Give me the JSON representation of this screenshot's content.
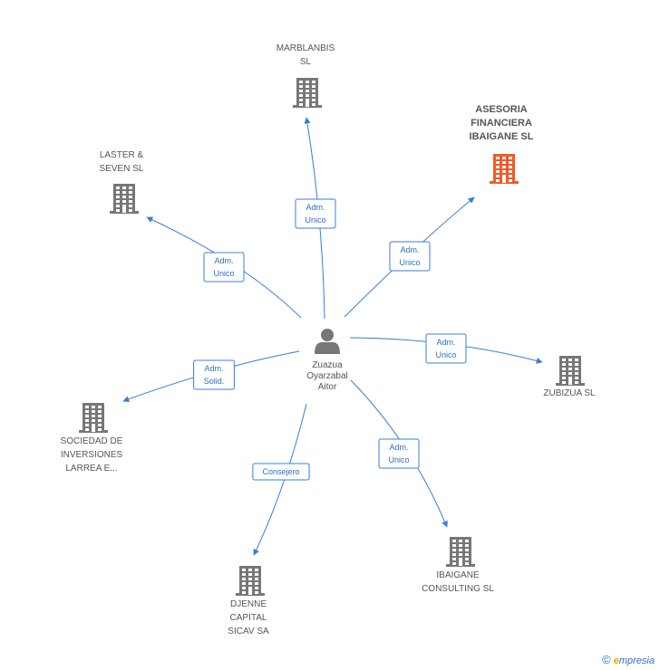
{
  "colors": {
    "edge": "#3b7dd8",
    "node": "#777777",
    "highlight": "#f05a28",
    "label": "#555555"
  },
  "center": {
    "name_lines": [
      "Zuazua",
      "Oyarzabal",
      "Aitor"
    ],
    "icon": "person-icon"
  },
  "companies": [
    {
      "id": "marblanbis",
      "lines": [
        "MARBLANBIS",
        "SL"
      ],
      "highlight": false,
      "icon": "building-icon"
    },
    {
      "id": "asesoria",
      "lines": [
        "ASESORIA",
        "FINANCIERA",
        "IBAIGANE SL"
      ],
      "highlight": true,
      "icon": "building-icon"
    },
    {
      "id": "laster",
      "lines": [
        "LASTER &",
        "SEVEN  SL"
      ],
      "highlight": false,
      "icon": "building-icon"
    },
    {
      "id": "zubizua",
      "lines": [
        "ZUBIZUA SL"
      ],
      "highlight": false,
      "icon": "building-icon"
    },
    {
      "id": "sociedad",
      "lines": [
        "SOCIEDAD DE",
        "INVERSIONES",
        "LARREA E..."
      ],
      "highlight": false,
      "icon": "building-icon"
    },
    {
      "id": "djenne",
      "lines": [
        "DJENNE",
        "CAPITAL",
        "SICAV SA"
      ],
      "highlight": false,
      "icon": "building-icon"
    },
    {
      "id": "ibaigane",
      "lines": [
        "IBAIGANE",
        "CONSULTING SL"
      ],
      "highlight": false,
      "icon": "building-icon"
    }
  ],
  "relations": [
    {
      "target": "marblanbis",
      "lines": [
        "Adm.",
        "Unico"
      ]
    },
    {
      "target": "asesoria",
      "lines": [
        "Adm.",
        "Unico"
      ]
    },
    {
      "target": "laster",
      "lines": [
        "Adm.",
        "Unico"
      ]
    },
    {
      "target": "zubizua",
      "lines": [
        "Adm.",
        "Unico"
      ]
    },
    {
      "target": "sociedad",
      "lines": [
        "Adm.",
        "Solid."
      ]
    },
    {
      "target": "djenne",
      "lines": [
        "Consejero"
      ]
    },
    {
      "target": "ibaigane",
      "lines": [
        "Adm.",
        "Unico"
      ]
    }
  ],
  "footer": {
    "copyright_symbol": "©",
    "brand_initial": "e",
    "brand_rest": "mpresia"
  }
}
